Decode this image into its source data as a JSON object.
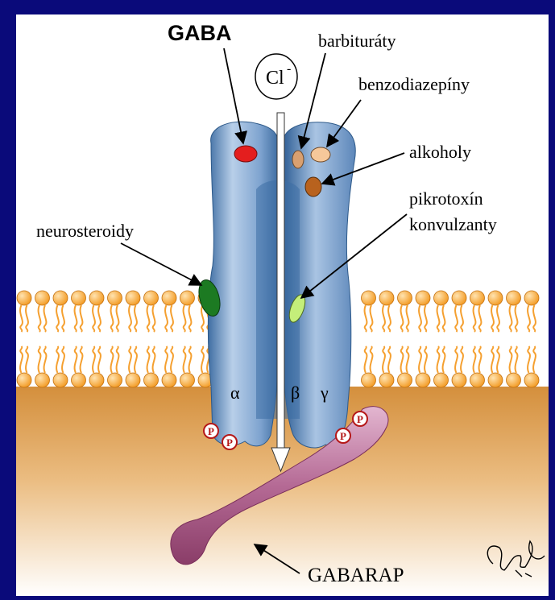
{
  "labels": {
    "gaba": "GABA",
    "chloride_base": "Cl",
    "chloride_charge": "-",
    "barbiturates": "barbituráty",
    "benzodiazepines": "benzodiazepíny",
    "alcohols": "alkoholy",
    "picrotoxin": "pikrotoxín",
    "convulsants": "konvulzanty",
    "neurosteroids": "neurosteroidy",
    "alpha": "α",
    "beta": "β",
    "gamma": "γ",
    "gabarap": "GABARAP",
    "phospho": "P"
  },
  "colors": {
    "frame": "#0a0a7a",
    "panel_top": "#ffffff",
    "cytoplasm_top": "#d99a4a",
    "cytoplasm_bottom": "#ffffff",
    "lipid": "#f5a030",
    "receptor_light": "#a9c4e3",
    "receptor_dark": "#4a78ad",
    "gaba_site": "#e41e1e",
    "barbiturate_site": "#d9a070",
    "benzodiazepine_site": "#f6c89a",
    "alcohol_site": "#b8621e",
    "picrotoxin_site": "#c4ee7a",
    "neurosteroid_site": "#1c7a22",
    "gabarap": "#b05a8c"
  }
}
